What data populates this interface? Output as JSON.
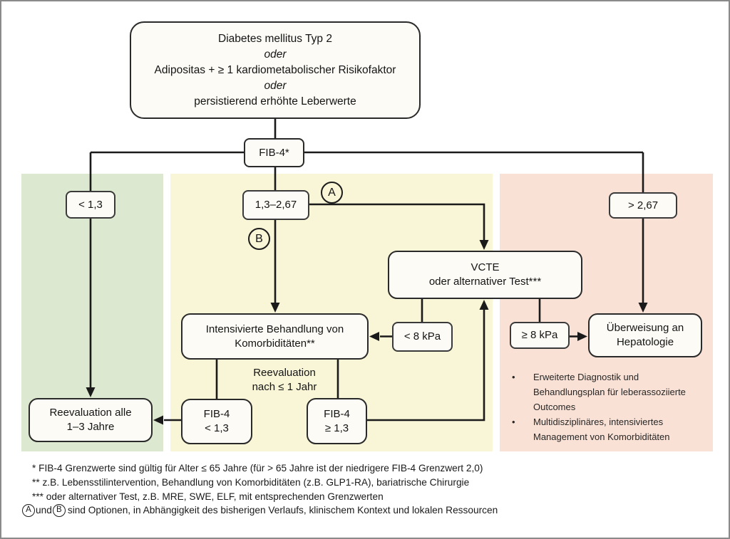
{
  "colors": {
    "region_green": "#dce8cf",
    "region_yellow": "#f9f5d7",
    "region_pink": "#fae1d5",
    "node_fill": "#fcfbf6",
    "line": "#1a1a1a"
  },
  "entry_box": {
    "lines": [
      "Diabetes mellitus Typ 2",
      "oder",
      "Adipositas + ≥ 1 kardiometabolischer Risikofaktor",
      "oder",
      "persistierend erhöhte Leberwerte"
    ]
  },
  "fib4_box": {
    "label": "FIB-4*"
  },
  "branches": {
    "low": "< 1,3",
    "mid": "1,3–2,67",
    "high": "> 2,67"
  },
  "options": {
    "a": "A",
    "b": "B"
  },
  "vcte_box": {
    "line1": "VCTE",
    "line2": "oder alternativer Test***"
  },
  "intens_box": {
    "line1": "Intensivierte Behandlung von",
    "line2": "Komorbiditäten**"
  },
  "kpa": {
    "lt": "< 8 kPa",
    "ge": "≥ 8 kPa"
  },
  "referral_box": {
    "line1": "Überweisung an",
    "line2": "Hepatologie"
  },
  "reeval_1yr_label": {
    "line1": "Reevaluation",
    "line2": "nach ≤ 1 Jahr"
  },
  "fib4_lt_box": {
    "line1": "FIB-4",
    "line2": "< 1,3"
  },
  "fib4_ge_box": {
    "line1": "FIB-4",
    "line2": "≥ 1,3"
  },
  "reeval_box": {
    "line1": "Reevaluation alle",
    "line2": "1–3 Jahre"
  },
  "referral_bullets": [
    "Erweiterte Diagnostik und Behandlungsplan für leberassoziierte Outcomes",
    "Multidisziplinäres, intensiviertes Management von Komorbiditäten"
  ],
  "footnotes": {
    "f1": "* FIB-4 Grenzwerte sind gültig für Alter ≤ 65 Jahre (für > 65 Jahre ist der niedrigere FIB-4 Grenzwert 2,0)",
    "f2": "** z.B. Lebensstilintervention, Behandlung von Komorbiditäten (z.B. GLP1-RA), bariatrische Chirurgie",
    "f3": "*** oder alternativer Test, z.B. MRE, SWE, ELF, mit entsprechenden Grenzwerten",
    "f4_circle_a": "A",
    "f4_und": "und",
    "f4_circle_b": "B",
    "f4_rest": "sind Optionen, in Abhängigkeit des bisherigen Verlaufs, klinischem Kontext und lokalen Ressourcen"
  }
}
